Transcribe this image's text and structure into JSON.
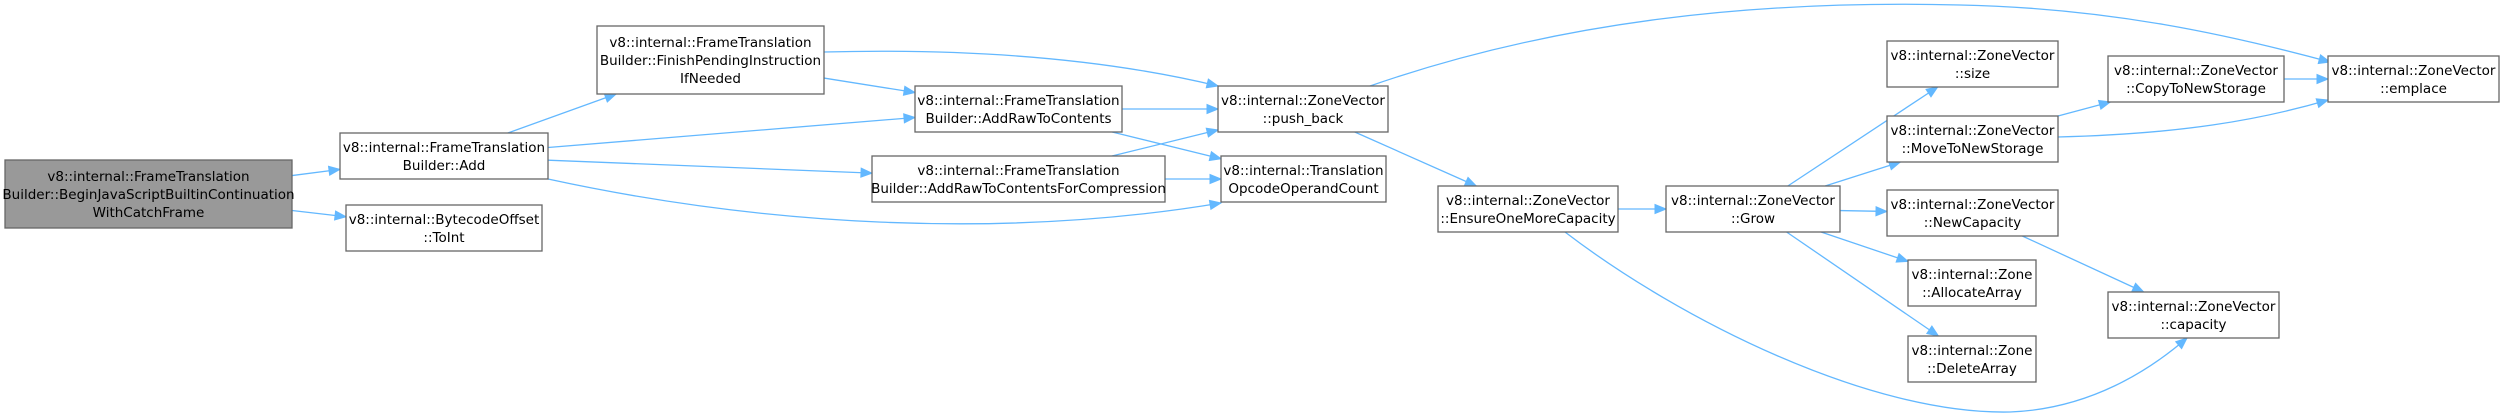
{
  "colors": {
    "edge": "#63b8ff",
    "node_border": "#666666",
    "root_fill": "#999999",
    "node_fill": "#ffffff"
  },
  "nodes": {
    "root": {
      "lines": [
        "v8::internal::FrameTranslation",
        "Builder::BeginJavaScriptBuiltinContinuation",
        "WithCatchFrame"
      ]
    },
    "add": {
      "lines": [
        "v8::internal::FrameTranslation",
        "Builder::Add"
      ]
    },
    "toint": {
      "lines": [
        "v8::internal::BytecodeOffset",
        "::ToInt"
      ]
    },
    "finish": {
      "lines": [
        "v8::internal::FrameTranslation",
        "Builder::FinishPendingInstruction",
        "IfNeeded"
      ]
    },
    "addraw": {
      "lines": [
        "v8::internal::FrameTranslation",
        "Builder::AddRawToContents"
      ]
    },
    "addrawcomp": {
      "lines": [
        "v8::internal::FrameTranslation",
        "Builder::AddRawToContentsForCompression"
      ]
    },
    "pushback": {
      "lines": [
        "v8::internal::ZoneVector",
        "::push_back"
      ]
    },
    "opcount": {
      "lines": [
        "v8::internal::Translation",
        "OpcodeOperandCount"
      ]
    },
    "ensure": {
      "lines": [
        "v8::internal::ZoneVector",
        "::EnsureOneMoreCapacity"
      ]
    },
    "grow": {
      "lines": [
        "v8::internal::ZoneVector",
        "::Grow"
      ]
    },
    "size": {
      "lines": [
        "v8::internal::ZoneVector",
        "::size"
      ]
    },
    "move": {
      "lines": [
        "v8::internal::ZoneVector",
        "::MoveToNewStorage"
      ]
    },
    "newcap": {
      "lines": [
        "v8::internal::ZoneVector",
        "::NewCapacity"
      ]
    },
    "alloc": {
      "lines": [
        "v8::internal::Zone",
        "::AllocateArray"
      ]
    },
    "delete": {
      "lines": [
        "v8::internal::Zone",
        "::DeleteArray"
      ]
    },
    "copy": {
      "lines": [
        "v8::internal::ZoneVector",
        "::CopyToNewStorage"
      ]
    },
    "emplace": {
      "lines": [
        "v8::internal::ZoneVector",
        "::emplace"
      ]
    },
    "capacity": {
      "lines": [
        "v8::internal::ZoneVector",
        "::capacity"
      ]
    }
  },
  "edges": [
    [
      "root",
      "add"
    ],
    [
      "root",
      "toint"
    ],
    [
      "add",
      "finish"
    ],
    [
      "add",
      "addraw"
    ],
    [
      "add",
      "addrawcomp"
    ],
    [
      "add",
      "opcount"
    ],
    [
      "finish",
      "addraw"
    ],
    [
      "finish",
      "pushback"
    ],
    [
      "addraw",
      "pushback"
    ],
    [
      "addraw",
      "opcount"
    ],
    [
      "addrawcomp",
      "pushback"
    ],
    [
      "addrawcomp",
      "opcount"
    ],
    [
      "pushback",
      "emplace"
    ],
    [
      "pushback",
      "ensure"
    ],
    [
      "ensure",
      "grow"
    ],
    [
      "ensure",
      "capacity"
    ],
    [
      "grow",
      "size"
    ],
    [
      "grow",
      "move"
    ],
    [
      "grow",
      "newcap"
    ],
    [
      "grow",
      "alloc"
    ],
    [
      "grow",
      "delete"
    ],
    [
      "move",
      "copy"
    ],
    [
      "move",
      "emplace"
    ],
    [
      "copy",
      "emplace"
    ],
    [
      "newcap",
      "capacity"
    ]
  ]
}
